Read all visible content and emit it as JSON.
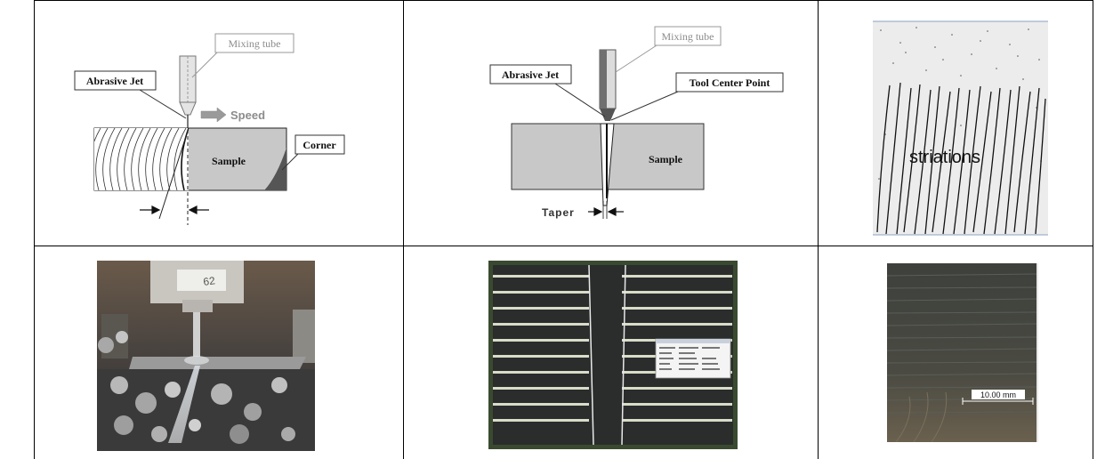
{
  "diagram1": {
    "mixing_tube": "Mixing tube",
    "abrasive_jet": "Abrasive Jet",
    "speed": "Speed",
    "sample": "Sample",
    "corner": "Corner"
  },
  "diagram2": {
    "mixing_tube": "Mixing tube",
    "abrasive_jet": "Abrasive Jet",
    "tool_center_point": "Tool Center Point",
    "sample": "Sample",
    "taper": "Taper"
  },
  "diagram3": {
    "striations": "striations"
  },
  "photo3": {
    "scale_label": "10.00 mm"
  },
  "colors": {
    "sample_fill": "#c8c8c8",
    "label_gray": "#8c8c8c",
    "photo_dark": "#3a3d38"
  }
}
